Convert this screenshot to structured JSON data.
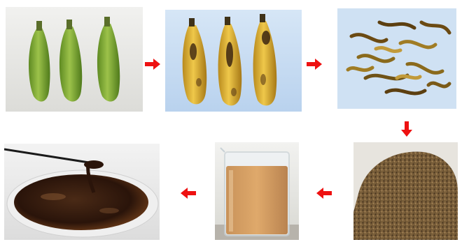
{
  "figure": {
    "background": "#ffffff",
    "arrow_color": "#ee1111"
  },
  "steps": [
    {
      "name": "green-bananas",
      "icon": "green-banana-photo"
    },
    {
      "name": "ripe-bananas",
      "icon": "ripe-banana-photo"
    },
    {
      "name": "dried-peel-strips",
      "icon": "dried-peel-photo"
    },
    {
      "name": "ground-powder",
      "icon": "powder-photo"
    },
    {
      "name": "liquid-extract-beaker",
      "icon": "beaker-photo"
    },
    {
      "name": "dark-syrup",
      "icon": "syrup-photo"
    }
  ],
  "arrows": [
    {
      "from": "green-bananas",
      "to": "ripe-bananas",
      "direction": "right"
    },
    {
      "from": "ripe-bananas",
      "to": "dried-peel-strips",
      "direction": "right"
    },
    {
      "from": "dried-peel-strips",
      "to": "ground-powder",
      "direction": "down"
    },
    {
      "from": "ground-powder",
      "to": "liquid-extract-beaker",
      "direction": "left"
    },
    {
      "from": "liquid-extract-beaker",
      "to": "dark-syrup",
      "direction": "left"
    }
  ]
}
